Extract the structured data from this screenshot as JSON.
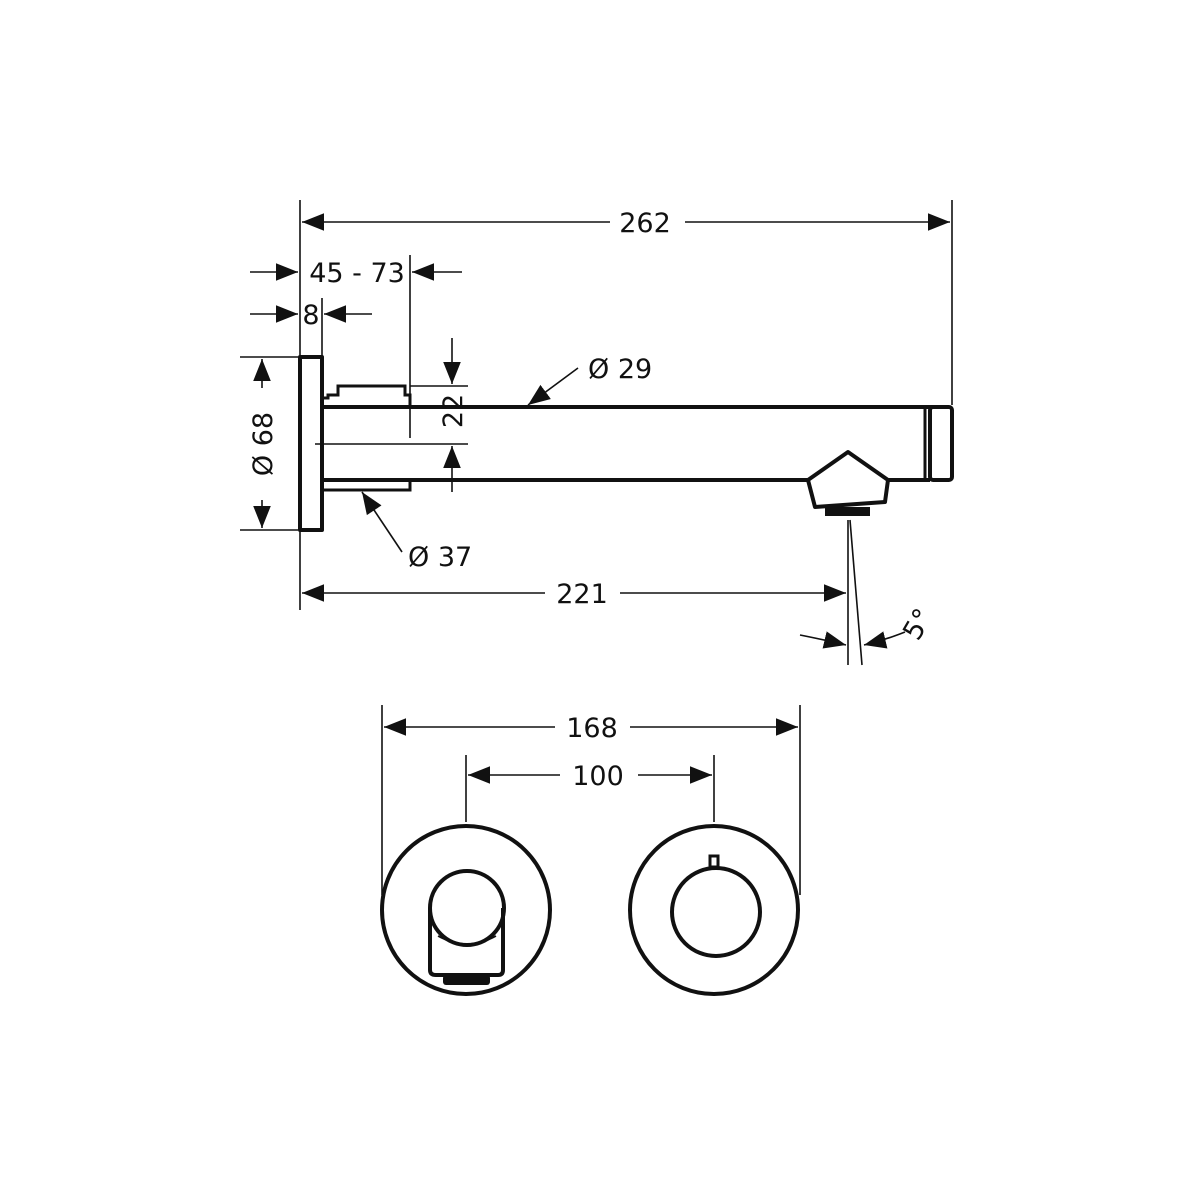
{
  "title": "Wall-mounted spout technical drawing",
  "dimensions": {
    "total_length": "262",
    "rough_in_depth": "45 - 73",
    "plate_thickness": "8",
    "plate_diameter": "Ø 68",
    "offset": "22",
    "spout_diameter": "Ø 29",
    "sleeve_diameter": "Ø 37",
    "projection": "221",
    "angle": "5°",
    "overall_width": "168",
    "center_distance": "100"
  },
  "colors": {
    "line": "#111111",
    "background": "#ffffff"
  }
}
